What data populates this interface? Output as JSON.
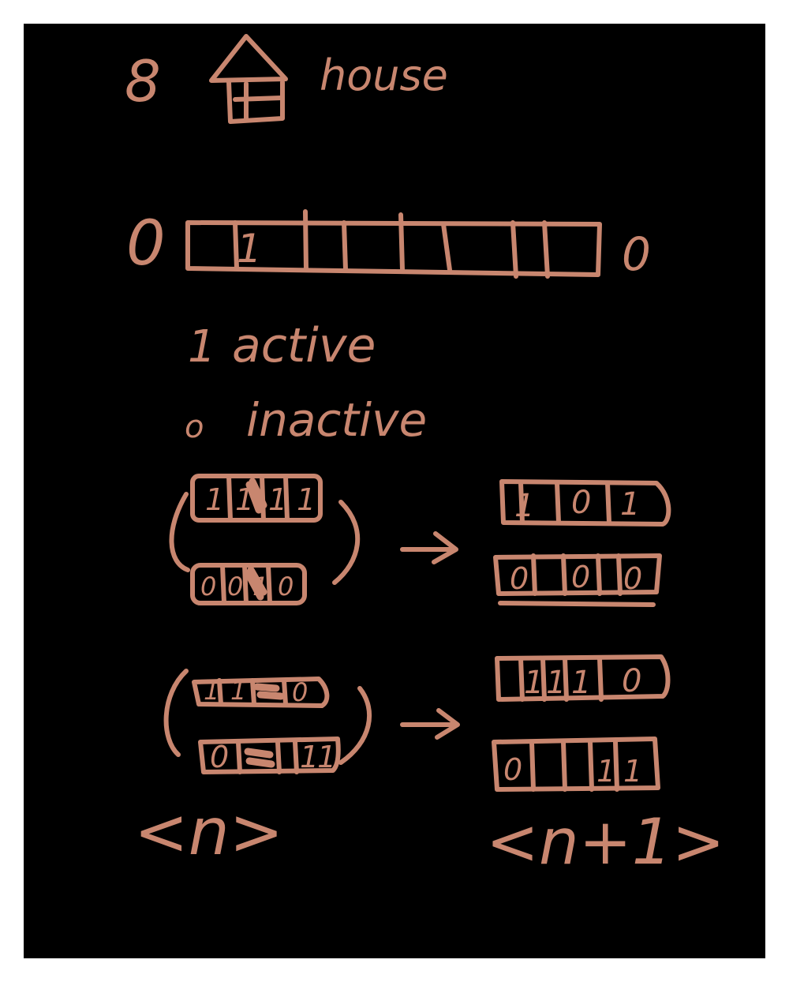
{
  "colors": {
    "background": "#000000",
    "margin": "#ffffff",
    "ink": "#c8866f"
  },
  "header": {
    "count": "8",
    "word": "house",
    "icon": "house-icon"
  },
  "row": {
    "left_end": "0",
    "right_end": "0",
    "cells": [
      "1",
      "",
      "",
      "",
      "",
      "",
      ""
    ]
  },
  "legend": [
    {
      "digit": "1",
      "text": "active"
    },
    {
      "digit": "o",
      "text": "inactive"
    }
  ],
  "examples": [
    {
      "input_top": [
        "1",
        "1",
        "1",
        "1"
      ],
      "input_bottom": [
        "0",
        "0",
        "1",
        "0"
      ],
      "output_top": [
        "1",
        "0",
        "1"
      ],
      "output_bottom": [
        "0",
        "0",
        "0"
      ]
    },
    {
      "input_top": [
        "1",
        "1",
        "0"
      ],
      "input_bottom": [
        "0",
        "1",
        "1"
      ],
      "output_top": [
        "1",
        "1",
        "1",
        "0"
      ],
      "output_bottom": [
        "0",
        "1",
        "1"
      ]
    }
  ],
  "labels": {
    "left": "<n>",
    "right": "<n+1>"
  }
}
